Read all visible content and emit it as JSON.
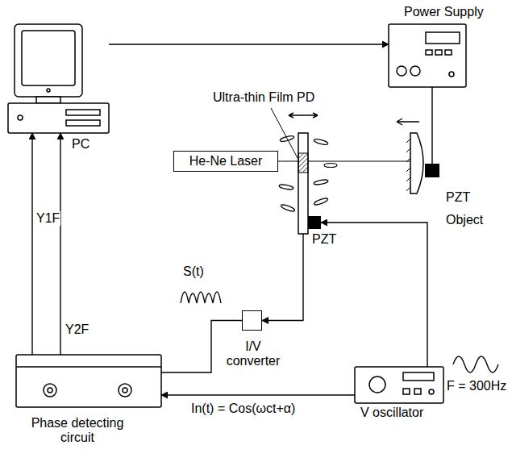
{
  "diagram": {
    "nodes": [
      {
        "text": [
          "PC"
        ]
      },
      {
        "text": [
          "Power Supply"
        ]
      },
      {
        "text": [
          "He-Ne Laser"
        ]
      },
      {
        "text": [
          "Ultra-thin Film PD"
        ]
      },
      {
        "text": [
          "PZT"
        ]
      },
      {
        "text": [
          "PZT"
        ]
      },
      {
        "text": [
          "I/V converter"
        ]
      },
      {
        "text": [
          "V oscillator"
        ]
      },
      {
        "text": [
          "Phase detecting circuit"
        ]
      }
    ],
    "edges": [
      {
        "from": 0,
        "to": 1,
        "arrow": "to"
      },
      {
        "from": 1,
        "to": 5,
        "arrow": "none"
      },
      {
        "from": 3,
        "to": 6,
        "label": "S(t)",
        "arrow": "to"
      },
      {
        "from": 7,
        "to": 4,
        "arrow": "to"
      },
      {
        "from": 6,
        "to": 8,
        "arrow": "none"
      },
      {
        "from": 7,
        "to": 8,
        "label": "In(t) = Cos(ωct+α)",
        "arrow": "to"
      },
      {
        "from": 8,
        "to": 0,
        "label": "Y1F",
        "arrow": "to"
      },
      {
        "from": 8,
        "to": 0,
        "label": "Y2F",
        "arrow": "to"
      }
    ],
    "labels": [
      "Object",
      "F = 300Hz"
    ]
  }
}
